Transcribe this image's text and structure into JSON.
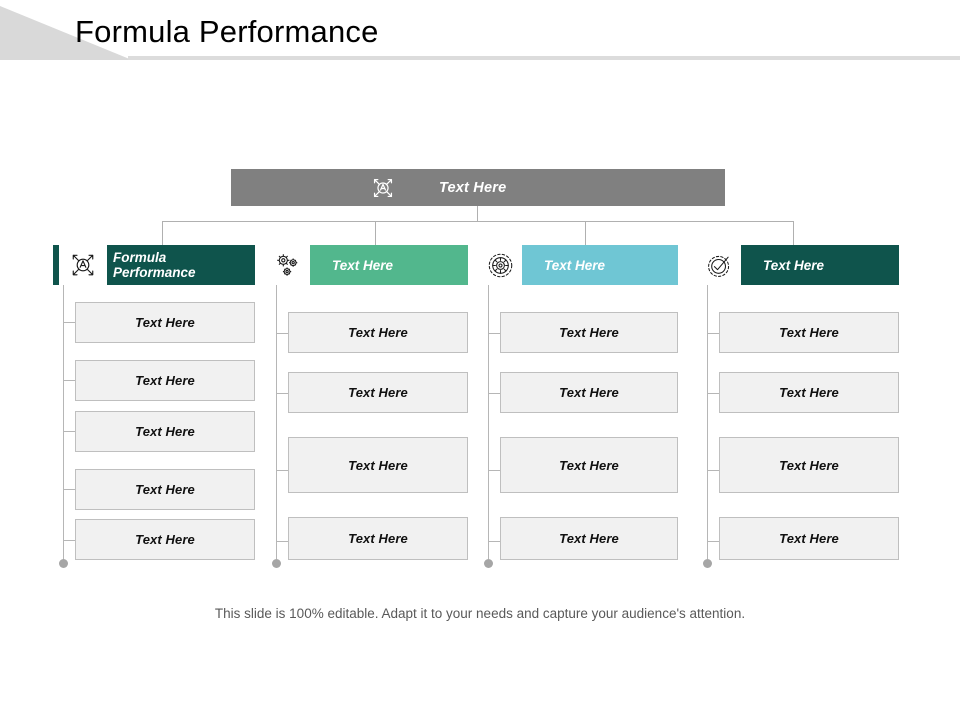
{
  "header": {
    "title": "Formula Performance"
  },
  "diagram": {
    "root": {
      "label": "Text Here",
      "icon": "crossed-arrows-target-icon",
      "color": "#808080"
    },
    "columns": [
      {
        "header_label": "Formula\nPerformance",
        "icon": "crossed-arrows-target-icon",
        "color": "#0f544c",
        "items": [
          {
            "label": "Text Here"
          },
          {
            "label": "Text Here"
          },
          {
            "label": "Text Here"
          },
          {
            "label": "Text Here"
          },
          {
            "label": "Text Here"
          }
        ]
      },
      {
        "header_label": "Text Here",
        "icon": "gears-icon",
        "color": "#52b78d",
        "items": [
          {
            "label": "Text Here"
          },
          {
            "label": "Text Here"
          },
          {
            "label": "Text Here"
          },
          {
            "label": "Text Here"
          }
        ]
      },
      {
        "header_label": "Text Here",
        "icon": "gear-target-icon",
        "color": "#6fc6d4",
        "items": [
          {
            "label": "Text Here"
          },
          {
            "label": "Text Here"
          },
          {
            "label": "Text Here"
          },
          {
            "label": "Text Here"
          }
        ]
      },
      {
        "header_label": "Text Here",
        "icon": "gear-check-icon",
        "color": "#0f544c",
        "items": [
          {
            "label": "Text Here"
          },
          {
            "label": "Text Here"
          },
          {
            "label": "Text Here"
          },
          {
            "label": "Text Here"
          }
        ]
      }
    ]
  },
  "footer": {
    "note": "This slide is 100% editable. Adapt it to your needs and capture your audience's attention."
  }
}
